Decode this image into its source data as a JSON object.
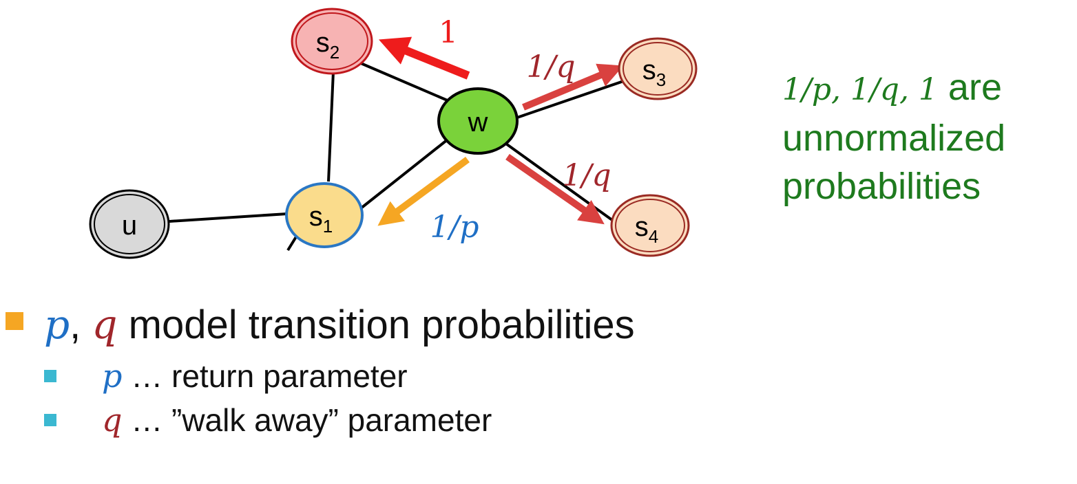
{
  "diagram": {
    "nodes": {
      "u": {
        "label": "u",
        "sub": ""
      },
      "s1": {
        "label": "s",
        "sub": "1"
      },
      "s2": {
        "label": "s",
        "sub": "2"
      },
      "s3": {
        "label": "s",
        "sub": "3"
      },
      "s4": {
        "label": "s",
        "sub": "4"
      },
      "w": {
        "label": "w",
        "sub": ""
      }
    },
    "edge_labels": {
      "to_s2": "1",
      "to_s3": "1/q",
      "to_s4": "1/q",
      "to_s1": "1/p"
    },
    "colors": {
      "u_fill": "#d9d9d9",
      "s1_fill": "#fadc8c",
      "s2_fill": "#f7b3b3",
      "s3_fill": "#fbdcc0",
      "s4_fill": "#fbdcc0",
      "w_fill": "#7ad23a",
      "arrow_red": "#ee1c1c",
      "arrow_dark_red": "#d9413f",
      "arrow_orange": "#f5a623",
      "label_blue": "#1f6fc5",
      "label_dark_red": "#a0262b"
    }
  },
  "note": {
    "math": "1/p, 1/q, 1",
    "line1_rest": " are",
    "line2": "unnormalized",
    "line3": "probabilities"
  },
  "bullets": {
    "main": {
      "p": "p",
      "sep": ", ",
      "q": "q",
      "text": " model transition probabilities"
    },
    "sub1": {
      "sym": "p",
      "text": " … return parameter"
    },
    "sub2": {
      "sym": "q",
      "text": " … ”walk away” parameter"
    },
    "main_marker_color": "#f5a623",
    "sub_marker_color": "#3bb8d1"
  }
}
